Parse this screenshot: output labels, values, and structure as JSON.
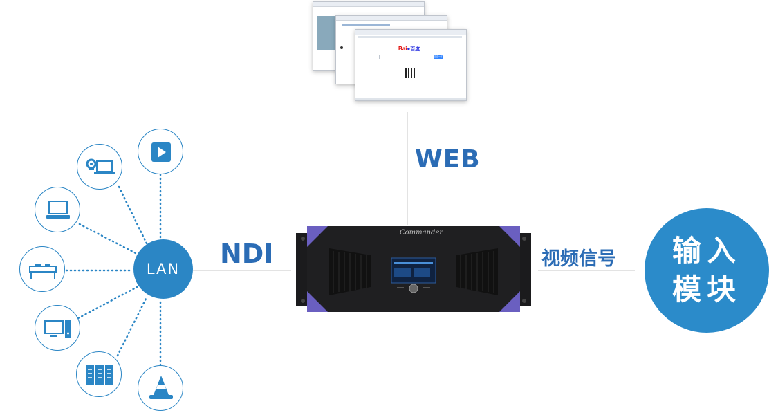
{
  "labels": {
    "web": "WEB",
    "ndi": "NDI",
    "signal": "视频信号",
    "lan": "LAN",
    "input_line1": "输入",
    "input_line2": "模块"
  },
  "device": {
    "brand": "Commander"
  },
  "browser": {
    "logo": "Bai",
    "logo_suffix": "百度",
    "search_button": "百度一下"
  },
  "lan_devices": [
    {
      "name": "webcam-laptop-icon"
    },
    {
      "name": "play-icon"
    },
    {
      "name": "laptop-icon"
    },
    {
      "name": "switch-icon"
    },
    {
      "name": "desktop-pc-icon"
    },
    {
      "name": "server-rack-icon"
    },
    {
      "name": "vlc-cone-icon"
    }
  ],
  "colors": {
    "accent": "#2b86c5",
    "label": "#2b6cb5",
    "device_body": "#1f1f21",
    "device_accent": "#6a5fc0"
  }
}
